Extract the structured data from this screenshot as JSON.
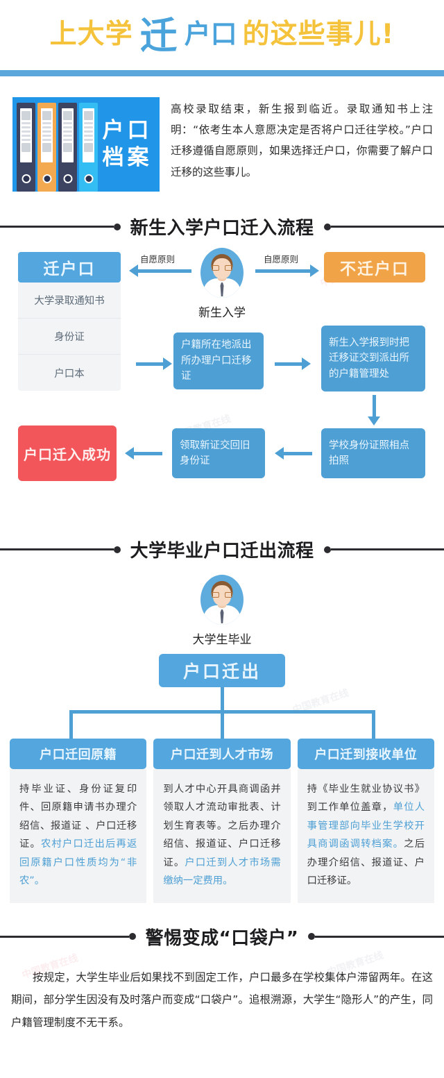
{
  "banner": {
    "part1": "上大学",
    "part2": "迁",
    "part3": "户口",
    "part4": "的这些事儿!"
  },
  "intro": {
    "binder_label_line1": "户口",
    "binder_label_line2": "档案",
    "paragraph": "高校录取结束，新生报到临近。录取通知书上注明：“依考生本人意愿决定是否将户口迁往学校。”户口迁移遵循自愿原则，如果选择迁户口，你需要了解户口迁移的这些事儿。"
  },
  "section1": {
    "title": "新生入学户口迁入流程",
    "avatar_label": "新生入学",
    "left_arrow_label": "自愿原则",
    "right_arrow_label": "自愿原则",
    "move_header": "迁户口",
    "documents": [
      "大学录取通知书",
      "身份证",
      "户口本"
    ],
    "no_move": "不迁户口",
    "step1": "户籍所在地派出所办理户口迁移证",
    "step2": "新生入学报到时把迁移证交到派出所的户籍管理处",
    "step3": "学校身份证照相点拍照",
    "step4": "领取新证交回旧身份证",
    "result": "户口迁入成功"
  },
  "section2": {
    "title": "大学毕业户口迁出流程",
    "avatar_label": "大学生毕业",
    "root": "户口迁出",
    "cards": [
      {
        "head": "户口迁回原籍",
        "body_plain": "持毕业证、身份证复印件、回原籍申请书办理介绍信、报道证 、户口迁移证。",
        "body_highlight": "农村户口迁出后再返回原籍户口性质均为“非农”。"
      },
      {
        "head": "户口迁到人才市场",
        "body_plain": "到人才中心开具商调函并领取人才流动审批表、计划生育表等。之后办理介绍信、报道证、户口迁移证。",
        "body_highlight": "户口迁到人才市场需缴纳一定费用。"
      },
      {
        "head": "户口迁到接收单位",
        "body_plain1": "持《毕业生就业协议书》到工作单位盖章，",
        "body_highlight": "单位人事管理部向毕业生学校开具商调函调转档案。",
        "body_plain2": "之后办理介绍信、报道证、户口迁移证。"
      }
    ]
  },
  "section3": {
    "title": "警惕变成“口袋户”",
    "paragraph": "按规定，大学生毕业后如果找不到固定工作，户口最多在学校集体户滞留两年。在这期间，部分学生因没有及时落户而变成“口袋户”。追根溯源，大学生“隐形人”的产生，同户籍管理制度不无干系。"
  },
  "watermark": {
    "text": "中国教育在线"
  },
  "colors": {
    "blue": "#4E9FD4",
    "light_blue": "#53A7DE",
    "orange": "#F0A347",
    "red": "#F2555A",
    "yellow": "#F5C33B",
    "panel": "#F1F3F5"
  }
}
